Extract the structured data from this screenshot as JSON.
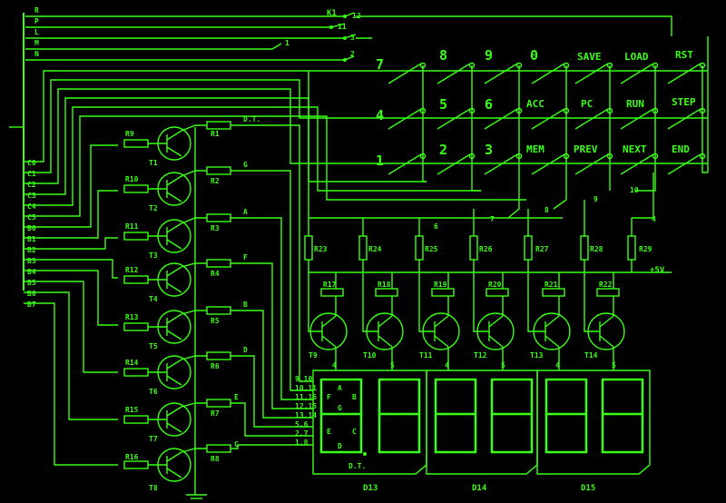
{
  "relay_label": "K1",
  "relay_pins": [
    "R",
    "P",
    "L",
    "M",
    "N"
  ],
  "relay_numbers": [
    "12",
    "11",
    "3",
    "1",
    "2"
  ],
  "columns": [
    "C0",
    "C1",
    "C2",
    "C3",
    "C4",
    "C5",
    "B0",
    "B1",
    "B2",
    "B3",
    "B4",
    "B5",
    "B6",
    "B7"
  ],
  "keys": [
    [
      "7",
      "8",
      "9",
      "0",
      "SAVE",
      "LOAD",
      "RST"
    ],
    [
      "4",
      "5",
      "6",
      "ACC",
      "PC",
      "RUN",
      "STEP"
    ],
    [
      "1",
      "2",
      "3",
      "MEM",
      "PREV",
      "NEXT",
      "END"
    ]
  ],
  "seg_transistors": [
    "T1",
    "T2",
    "T3",
    "T4",
    "T5",
    "T6",
    "T7",
    "T8"
  ],
  "base_resistors": [
    "R9",
    "R10",
    "R11",
    "R12",
    "R13",
    "R14",
    "R15",
    "R16"
  ],
  "seg_resistors": [
    "R1",
    "R2",
    "R3",
    "R4",
    "R5",
    "R6",
    "R7",
    "R8"
  ],
  "seg_names": [
    "D.T.",
    "G",
    "A",
    "F",
    "B",
    "D",
    "E",
    "C"
  ],
  "digit_transistors": [
    "T9",
    "T10",
    "T11",
    "T12",
    "T13",
    "T14"
  ],
  "top_resistors": [
    "R17",
    "R18",
    "R19",
    "R20",
    "R21",
    "R22"
  ],
  "pull_resistors": [
    "R23",
    "R24",
    "R25",
    "R26",
    "R27",
    "R28",
    "R29"
  ],
  "supply": "+5V",
  "pin_numbers": [
    "4",
    "5"
  ],
  "connector_pins": [
    "9,10",
    "10,11",
    "11,16",
    "12,15",
    "13,14",
    "5,6",
    "2,7",
    "1,8"
  ],
  "node_numbers": [
    "6",
    "7",
    "8",
    "9",
    "10",
    "4"
  ],
  "displays": [
    "D13",
    "D14",
    "D15"
  ],
  "display_seg_letters": [
    "A",
    "F",
    "B",
    "G",
    "E",
    "C",
    "D",
    "D.T."
  ]
}
